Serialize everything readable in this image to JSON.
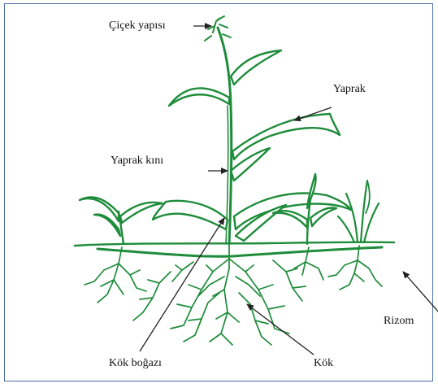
{
  "diagram": {
    "labels": {
      "flower_structure": "Çiçek yapısı",
      "leaf": "Yaprak",
      "leaf_sheath": "Yaprak kını",
      "root_collar": "Kök boğazı",
      "root": "Kök",
      "rhizome": "Rizom"
    },
    "colors": {
      "plant_green": "#1e8c3a",
      "plant_fill": "#ffffff",
      "arrow": "#222222",
      "frame": "#4a6fa5"
    }
  }
}
